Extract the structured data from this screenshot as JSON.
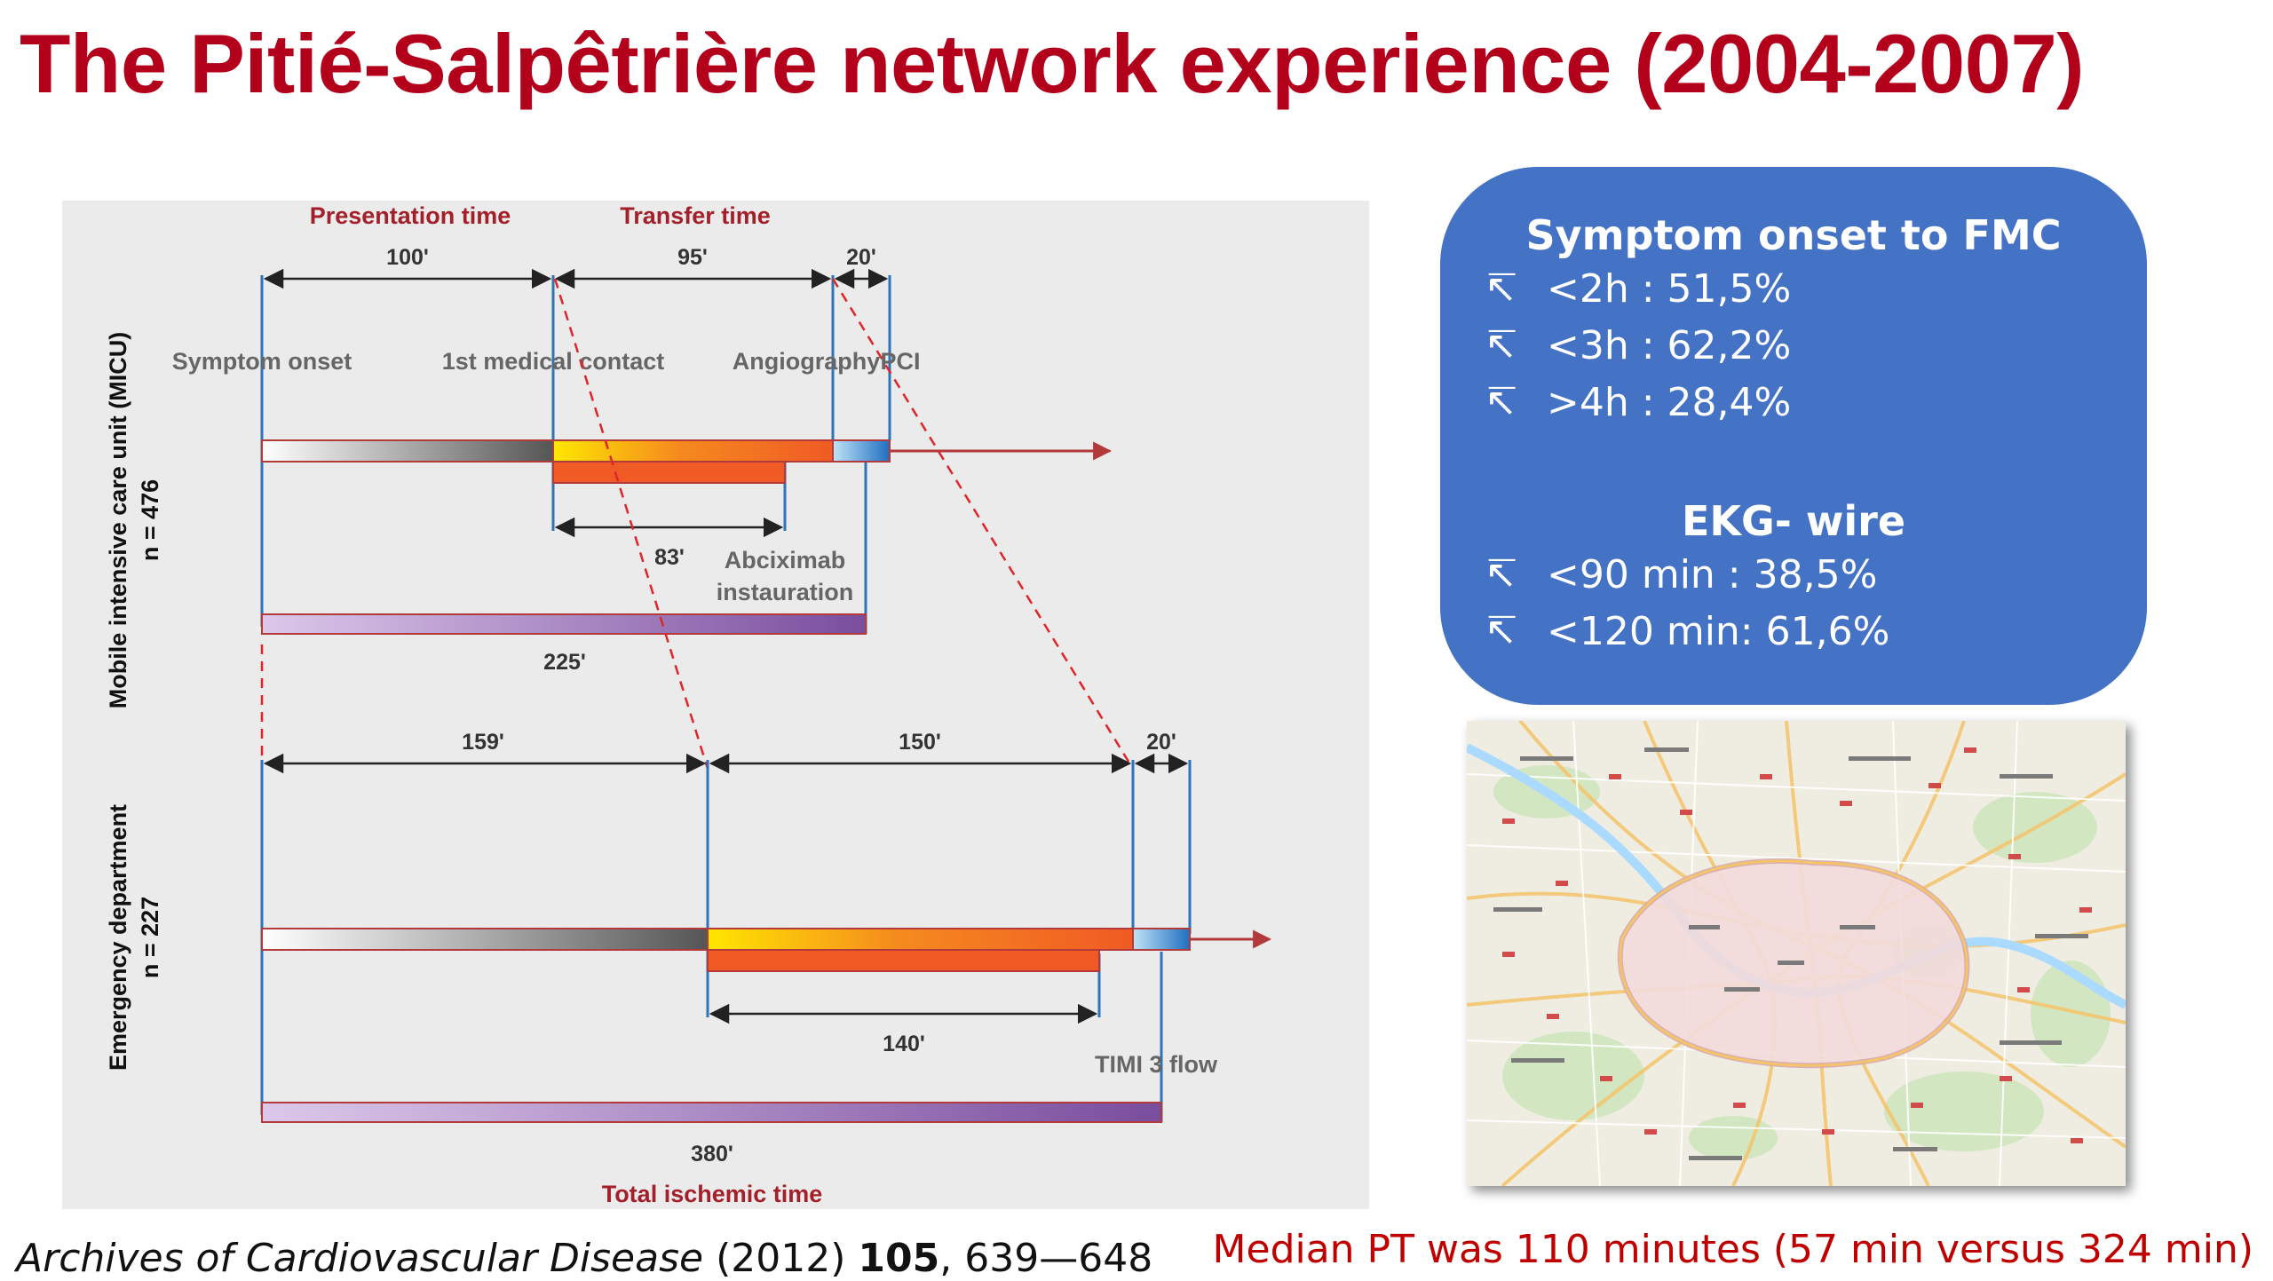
{
  "title": "The Pitié-Salpêtrière network experience (2004-2007)",
  "diagram": {
    "headers": {
      "presentation": "Presentation time",
      "transfer": "Transfer time",
      "total": "Total ischemic time"
    },
    "micu": {
      "group_label": "Mobile intensive care unit (MICU)",
      "n": "n = 476",
      "events": {
        "symptom_onset": "Symptom onset",
        "first_contact": "1st medical contact",
        "angiography": "Angiography",
        "pci": "PCI"
      },
      "abciximab": [
        "Abciximab",
        "instauration"
      ],
      "durations": {
        "presentation": "100'",
        "transfer": "95'",
        "pci": "20'",
        "abciximab": "83'",
        "total": "225'"
      }
    },
    "ed": {
      "group_label": "Emergency department",
      "n": "n = 227",
      "timi": "TIMI 3 flow",
      "durations": {
        "presentation": "159'",
        "transfer": "150'",
        "pci": "20'",
        "abciximab": "140'",
        "total": "380'"
      }
    },
    "colors": {
      "axis_blue": "#2f73b8",
      "bar_red": "#b33a3a",
      "total_purple": "#9a78b8",
      "orange": "#f05a24",
      "yellow": "#ffe600"
    }
  },
  "stats": {
    "onset_heading": "Symptom onset to FMC",
    "onset_items": [
      {
        "icon": "arrow-up-left-icon",
        "text": "<2h : 51,5%"
      },
      {
        "icon": "arrow-up-left-icon",
        "text": "<3h : 62,2%"
      },
      {
        "icon": "arrow-up-left-icon",
        "text": ">4h : 28,4%"
      }
    ],
    "ekg_heading": "EKG- wire",
    "ekg_items": [
      {
        "icon": "arrow-up-left-icon",
        "text": "<90 min : 38,5%"
      },
      {
        "icon": "arrow-up-left-icon",
        "text": "<120 min: 61,6%"
      }
    ],
    "icon_glyph": "↸"
  },
  "citation": {
    "journal": "Archives of Cardiovascular Disease",
    "year": "(2012)",
    "volume": "105",
    "pages": ", 639—648"
  },
  "median_note": "Median PT was 110 minutes (57 min versus 324 min)"
}
